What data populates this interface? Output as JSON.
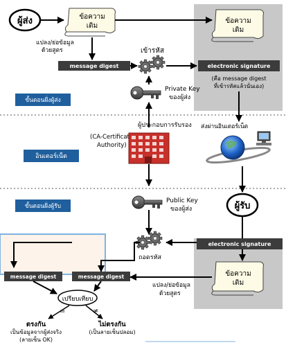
{
  "sender": {
    "oval_label": "ผู้ส่ง"
  },
  "receiver": {
    "oval_label": "ผู้รับ"
  },
  "scroll_original": {
    "line1": "ข้อความ",
    "line2": "เดิม"
  },
  "scroll_sent": {
    "line1": "ข้อความ",
    "line2": "เดิม"
  },
  "scroll_received": {
    "line1": "ข้อความ",
    "line2": "เดิม"
  },
  "hash_step_top": {
    "line1": "แปลง/ย่อข้อมูล",
    "line2": "ด้วยสูตร"
  },
  "hash_step_bottom": {
    "line1": "แปลง/ย่อข้อมูล",
    "line2": "ด้วยสูตร"
  },
  "message_digest_top": "message digest",
  "message_digest_left": "message digest",
  "message_digest_right": "message digest",
  "encrypt_label": "เข้ารหัส",
  "decrypt_label": "ถอดรหัส",
  "signature_top": {
    "label": "electronic signature",
    "note1": "(คือ message digest",
    "note2": "ที่เข้ารหัสแล้วนั่นเอง)"
  },
  "signature_bottom": {
    "label": "electronic signature"
  },
  "private_key": {
    "line1": "Private Key",
    "line2": "ของผู้ส่ง"
  },
  "public_key": {
    "line1": "Public Key",
    "line2": "ของผู้ส่ง"
  },
  "ca": {
    "title": "ผู้ประกอบการรับรอง",
    "line1": "(CA-Certificate",
    "line2": "Authority)"
  },
  "internet_send": "ส่งผ่านอินเตอร์เน็ต",
  "stage_labels": {
    "sender": "ขั้นตอนฝั่งผู้ส่ง",
    "internet": "อินเตอร์เน็ต",
    "receiver": "ขั้นตอนฝั่งผู้รับ"
  },
  "compare": {
    "label": "เปรียบเทียบ",
    "equal_sign": "=",
    "not_equal_sign": "≠",
    "match_title": "ตรงกัน",
    "match_line1": "เป็นข้อมูลจากผู้ส่งจริง",
    "match_line2": "(ลายเซ็น OK)",
    "mismatch_title": "ไม่ตรงกัน",
    "mismatch_line1": "(เป็นลายเซ็นปลอม)"
  },
  "colors": {
    "stage_box": "#1f5f9e",
    "dark_box": "#3c3c3c",
    "gray_panel": "#c8c8c8",
    "arrow": "#000000",
    "callout_border": "#7fb2e0",
    "callout_fill": "#fdf3ea",
    "building_red": "#c8302a",
    "globe_blue": "#1e63c7"
  },
  "icons": [
    "scroll-icon",
    "gear-icon",
    "key-icon",
    "building-icon",
    "globe-icon",
    "computer-icon"
  ]
}
